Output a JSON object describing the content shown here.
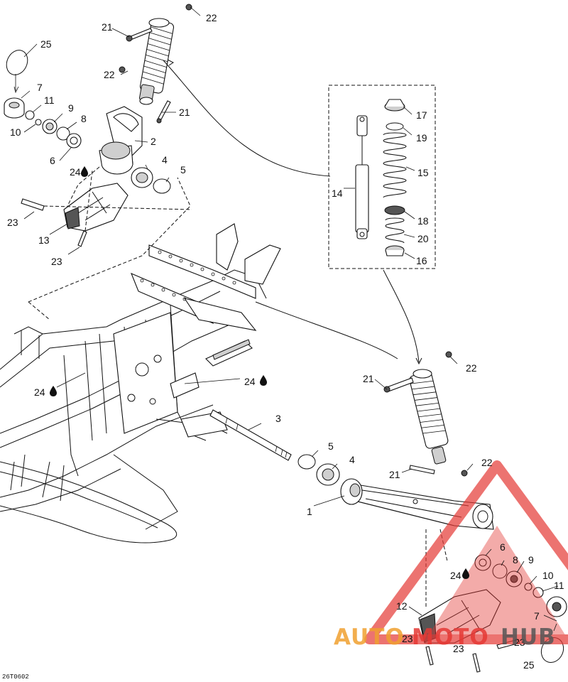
{
  "drawing_code": "26T0602",
  "callouts": [
    {
      "id": "c21a",
      "text": "21"
    },
    {
      "id": "c22a",
      "text": "22"
    },
    {
      "id": "c25a",
      "text": "25"
    },
    {
      "id": "c22b",
      "text": "22"
    },
    {
      "id": "c7a",
      "text": "7"
    },
    {
      "id": "c11a",
      "text": "11"
    },
    {
      "id": "c21b",
      "text": "21"
    },
    {
      "id": "c9a",
      "text": "9"
    },
    {
      "id": "c10a",
      "text": "10"
    },
    {
      "id": "c8a",
      "text": "8"
    },
    {
      "id": "c2",
      "text": "2"
    },
    {
      "id": "c6a",
      "text": "6"
    },
    {
      "id": "c4a",
      "text": "4"
    },
    {
      "id": "c24a",
      "text": "24"
    },
    {
      "id": "c5a",
      "text": "5"
    },
    {
      "id": "c23a",
      "text": "23"
    },
    {
      "id": "c13",
      "text": "13"
    },
    {
      "id": "c23b",
      "text": "23"
    },
    {
      "id": "c17",
      "text": "17"
    },
    {
      "id": "c19",
      "text": "19"
    },
    {
      "id": "c15",
      "text": "15"
    },
    {
      "id": "c14",
      "text": "14"
    },
    {
      "id": "c18",
      "text": "18"
    },
    {
      "id": "c20",
      "text": "20"
    },
    {
      "id": "c16",
      "text": "16"
    },
    {
      "id": "c24b",
      "text": "24"
    },
    {
      "id": "c24c",
      "text": "24"
    },
    {
      "id": "c21c",
      "text": "21"
    },
    {
      "id": "c22c",
      "text": "22"
    },
    {
      "id": "c3",
      "text": "3"
    },
    {
      "id": "c5b",
      "text": "5"
    },
    {
      "id": "c4b",
      "text": "4"
    },
    {
      "id": "c22d",
      "text": "22"
    },
    {
      "id": "c21d",
      "text": "21"
    },
    {
      "id": "c1",
      "text": "1"
    },
    {
      "id": "c6b",
      "text": "6"
    },
    {
      "id": "c8b",
      "text": "8"
    },
    {
      "id": "c9b",
      "text": "9"
    },
    {
      "id": "c24d",
      "text": "24"
    },
    {
      "id": "c10b",
      "text": "10"
    },
    {
      "id": "c11b",
      "text": "11"
    },
    {
      "id": "c12",
      "text": "12"
    },
    {
      "id": "c7b",
      "text": "7"
    },
    {
      "id": "c23c",
      "text": "23"
    },
    {
      "id": "c23d",
      "text": "23"
    },
    {
      "id": "c23e",
      "text": "23"
    },
    {
      "id": "c25b",
      "text": "25"
    }
  ],
  "watermark": {
    "part1": "AUTO",
    "part2": "MOTO",
    "part3": "HUB",
    "color_orange": "#f0a030",
    "color_red": "#e53935",
    "color_dark": "#555555"
  }
}
